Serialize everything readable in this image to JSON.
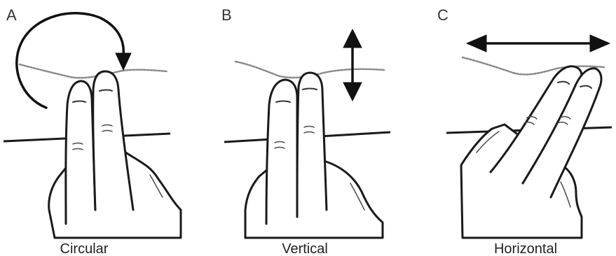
{
  "panels": [
    {
      "letter": "A",
      "motion": "circular",
      "caption": "Circular"
    },
    {
      "letter": "B",
      "motion": "vertical",
      "caption": "Vertical"
    },
    {
      "letter": "C",
      "motion": "horizontal",
      "caption": "Horizontal"
    }
  ]
}
